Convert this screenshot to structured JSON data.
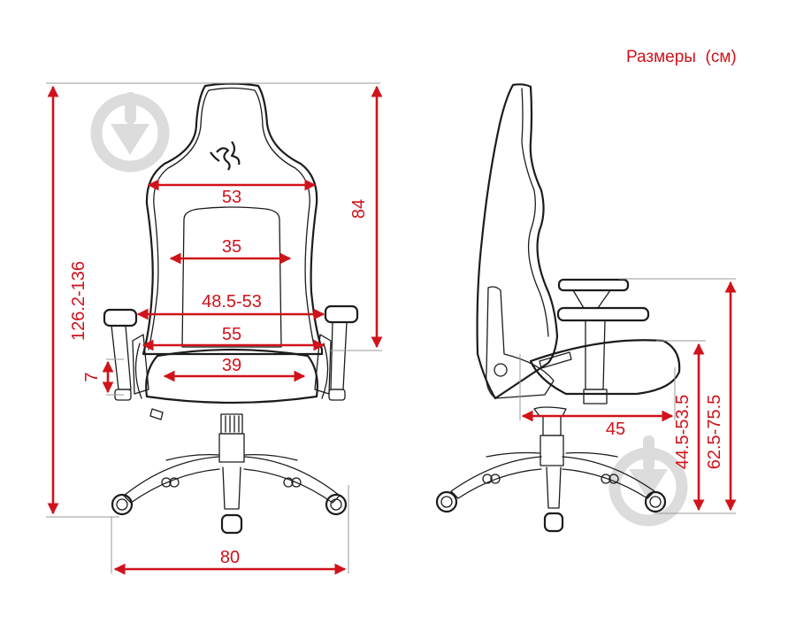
{
  "header": {
    "title": "Размеры  (см)"
  },
  "colors": {
    "dimension": "#d0121b",
    "line_art": "#1c1c1c",
    "extension": "#9a9a9a",
    "watermark": "#dcdcdc"
  },
  "front_view": {
    "total_height": "126.2-136",
    "backrest_height": "84",
    "headrest_width": "53",
    "lumbar_width": "35",
    "armrest_spacing": "48.5-53",
    "seat_outer_width": "55",
    "seat_inner_width": "39",
    "armrest_adjust": "7",
    "base_width": "80"
  },
  "side_view": {
    "seat_depth": "45",
    "seat_height": "44.5-53.5",
    "armrest_height": "62.5-75.5"
  },
  "icons": {
    "watermark": "download-watermark-icon",
    "logo": "razer-snake-logo-icon"
  }
}
